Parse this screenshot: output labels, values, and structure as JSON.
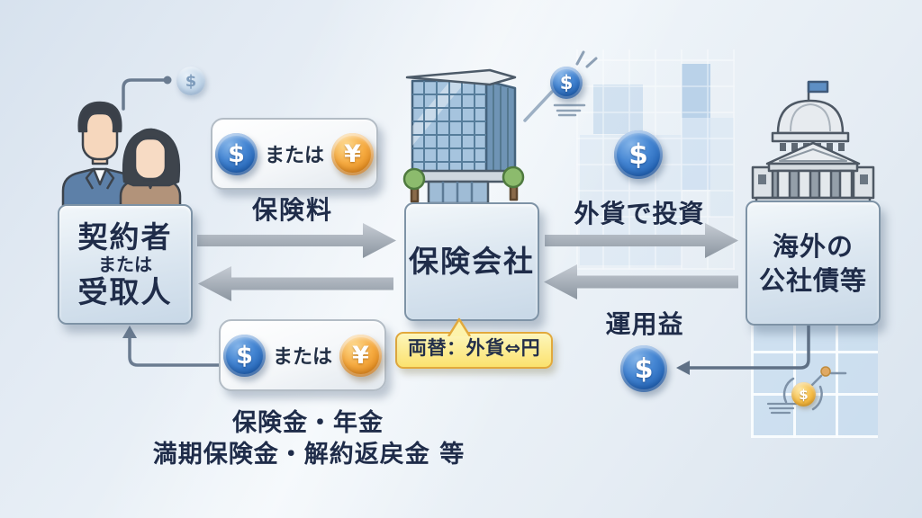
{
  "nodes": {
    "policyholder": {
      "line1": "契約者",
      "line2": "または",
      "line3": "受取人"
    },
    "insurer": {
      "label": "保険会社"
    },
    "overseas": {
      "line1": "海外の",
      "line2": "公社債等"
    }
  },
  "flows": {
    "premium": {
      "label": "保険料",
      "direction": "policyholder→insurer"
    },
    "invest": {
      "label": "外貨で投資",
      "direction": "insurer→overseas"
    },
    "returns": {
      "label": "運用益",
      "direction": "overseas→insurer"
    },
    "payout": {
      "line1": "保険金・年金",
      "line2": "満期保険金・解約返戻金 等",
      "direction": "insurer→policyholder"
    }
  },
  "exchange_note": {
    "label": "両替：外貨⇔円"
  },
  "pill": {
    "or": "または"
  },
  "symbols": {
    "dollar": "$",
    "yen": "¥"
  },
  "colors": {
    "background": "#e6edf4",
    "box_fill": "#d6e2ee",
    "box_border": "#7e93a6",
    "text_dark": "#1f2c49",
    "arrow_gray": "#98a1ab",
    "dollar_coin_blue": "#2a6cbf",
    "yen_coin_orange": "#ef9d2d",
    "note_yellow_fill": "#fbe984",
    "note_yellow_border": "#e2a93c",
    "connector_slate": "#6a7b90",
    "gold_coin": "#f0b645"
  }
}
